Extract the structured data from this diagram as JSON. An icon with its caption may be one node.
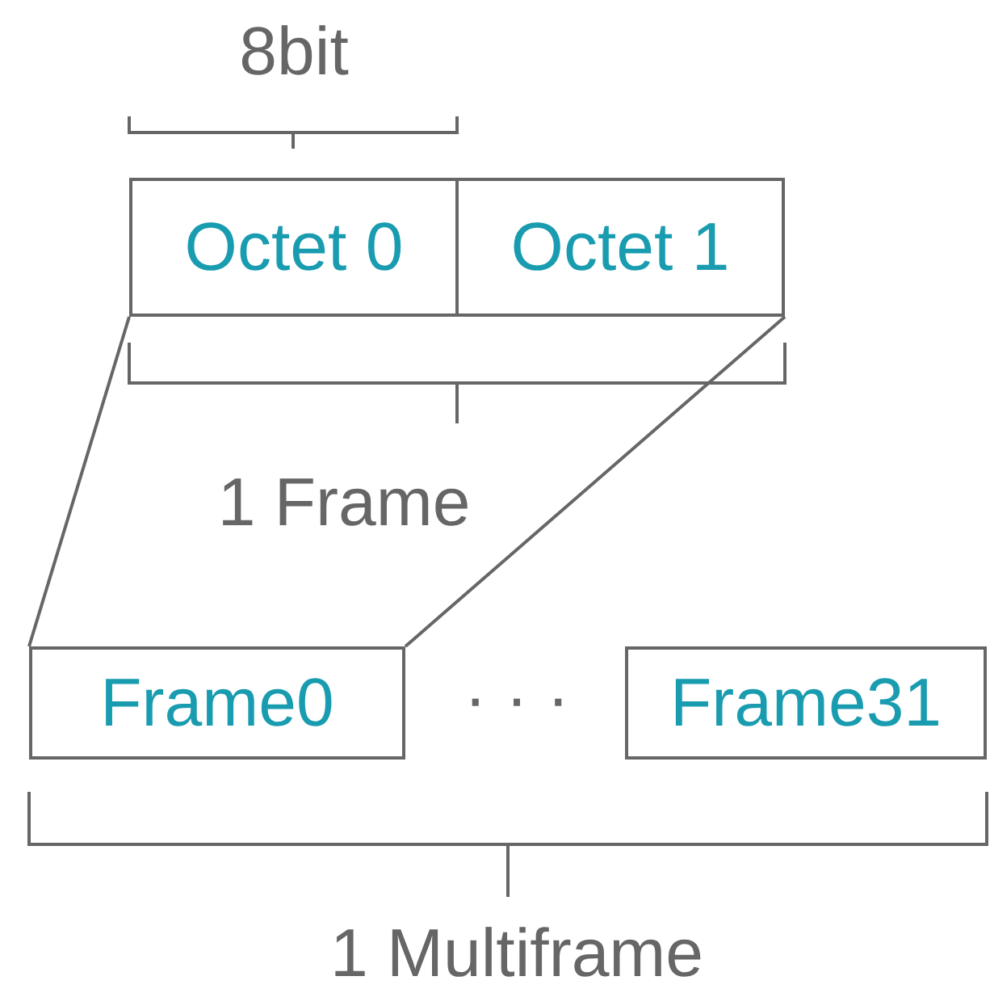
{
  "diagram": {
    "nodes": [
      {
        "text": [
          "Octet 0"
        ]
      },
      {
        "text": [
          "Octet 1"
        ]
      },
      {
        "text": [
          "Frame0"
        ]
      },
      {
        "text": [
          "Frame31"
        ]
      }
    ],
    "edges": [
      {
        "from": 0,
        "to": 2,
        "arrow": "none"
      },
      {
        "from": 1,
        "to": 2,
        "arrow": "none"
      }
    ],
    "labels": [
      "8bit",
      "1 Frame",
      "· · ·",
      "1 Multiframe"
    ]
  }
}
